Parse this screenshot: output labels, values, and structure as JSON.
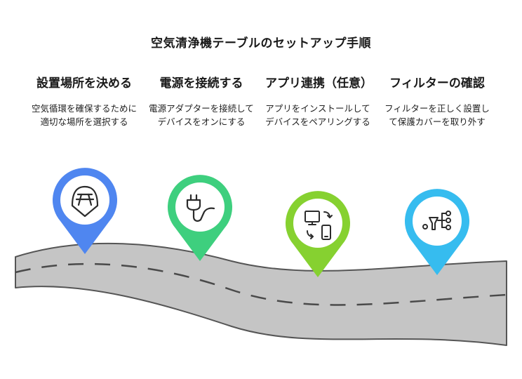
{
  "title": "空気清浄機テーブルのセットアップ手順",
  "steps": [
    {
      "title": "設置場所を決める",
      "description": "空気循環を確保するために適切な場所を選択する",
      "icon": "picnic-table-icon",
      "color": "#4f86f0"
    },
    {
      "title": "電源を接続する",
      "description": "電源アダプターを接続してデバイスをオンにする",
      "icon": "power-plug-icon",
      "color": "#3ecf7e"
    },
    {
      "title": "アプリ連携（任意）",
      "description": "アプリをインストールしてデバイスをペアリングする",
      "icon": "device-sync-icon",
      "color": "#86d130"
    },
    {
      "title": "フィルターの確認",
      "description": "フィルターを正しく設置して保護カバーを取り外す",
      "icon": "filter-icon",
      "color": "#36bcef"
    }
  ]
}
